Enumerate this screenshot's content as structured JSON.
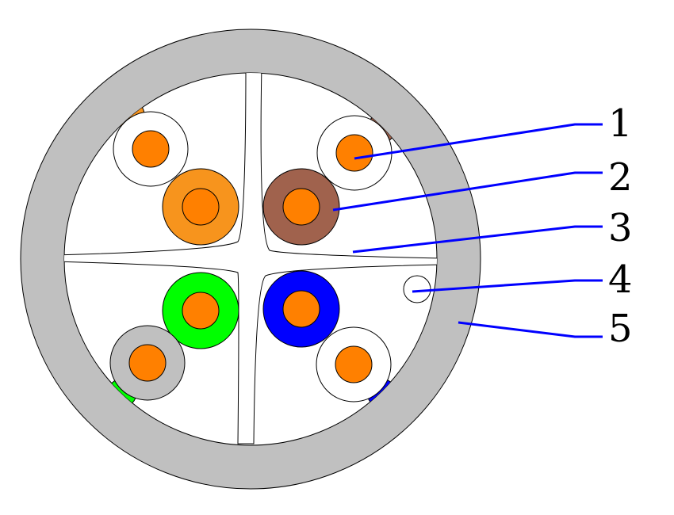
{
  "callouts": [
    {
      "label": "1"
    },
    {
      "label": "2"
    },
    {
      "label": "3"
    },
    {
      "label": "4"
    },
    {
      "label": "5"
    }
  ],
  "colors": {
    "jacket": "#c0c0c0",
    "filler": "#ffffff",
    "conductor": "#ff8000",
    "orange": "#f7941d",
    "brown": "#a0624d",
    "green": "#00ff00",
    "blue": "#0000ff",
    "gray": "#c0c0c0",
    "leader": "#0000ff",
    "outline": "#000000"
  }
}
